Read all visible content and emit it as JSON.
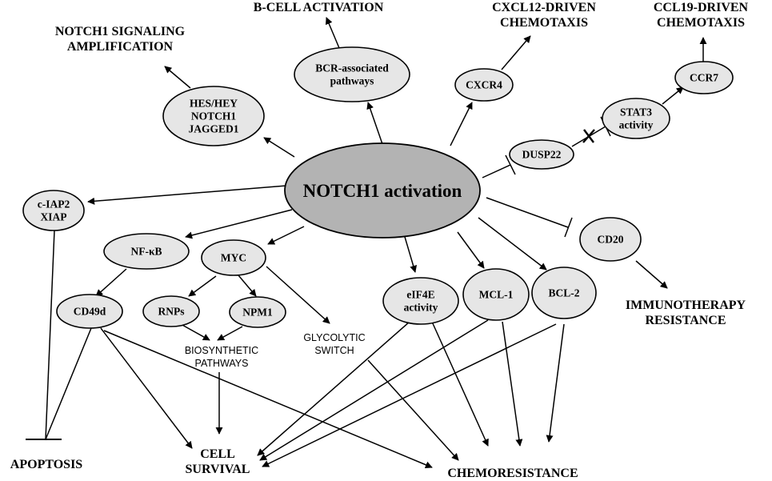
{
  "nodes": {
    "notch1": [
      "NOTCH1 activation"
    ],
    "hes": [
      "HES/HEY",
      "NOTCH1",
      "JAGGED1"
    ],
    "bcr": [
      "BCR-associated",
      "pathways"
    ],
    "cxcr4": [
      "CXCR4"
    ],
    "ccr7": [
      "CCR7"
    ],
    "stat3": [
      "STAT3",
      "activity"
    ],
    "dusp22": [
      "DUSP22"
    ],
    "ciap2": [
      "c-IAP2",
      "XIAP"
    ],
    "nfkb": [
      "NF-κB"
    ],
    "myc": [
      "MYC"
    ],
    "cd49d": [
      "CD49d"
    ],
    "rnps": [
      "RNPs"
    ],
    "npm1": [
      "NPM1"
    ],
    "eif4e": [
      "eIF4E",
      "activity"
    ],
    "mcl1": [
      "MCL-1"
    ],
    "bcl2": [
      "BCL-2"
    ],
    "cd20": [
      "CD20"
    ]
  },
  "outcomes": {
    "notch_amp": [
      "NOTCH1 SIGNALING",
      "AMPLIFICATION"
    ],
    "bcell": [
      "B-CELL ACTIVATION"
    ],
    "cxcl12": [
      "CXCL12-DRIVEN",
      "CHEMOTAXIS"
    ],
    "ccl19": [
      "CCL19-DRIVEN",
      "CHEMOTAXIS"
    ],
    "immuno": [
      "IMMUNOTHERAPY",
      "RESISTANCE"
    ],
    "apoptosis": [
      "APOPTOSIS"
    ],
    "survival": [
      "CELL",
      "SURVIVAL"
    ],
    "chemo": [
      "CHEMORESISTANCE"
    ]
  },
  "processes": {
    "biosynth": [
      "BIOSYNTHETIC",
      "PATHWAYS"
    ],
    "glyco": [
      "GLYCOLYTIC",
      "SWITCH"
    ]
  }
}
